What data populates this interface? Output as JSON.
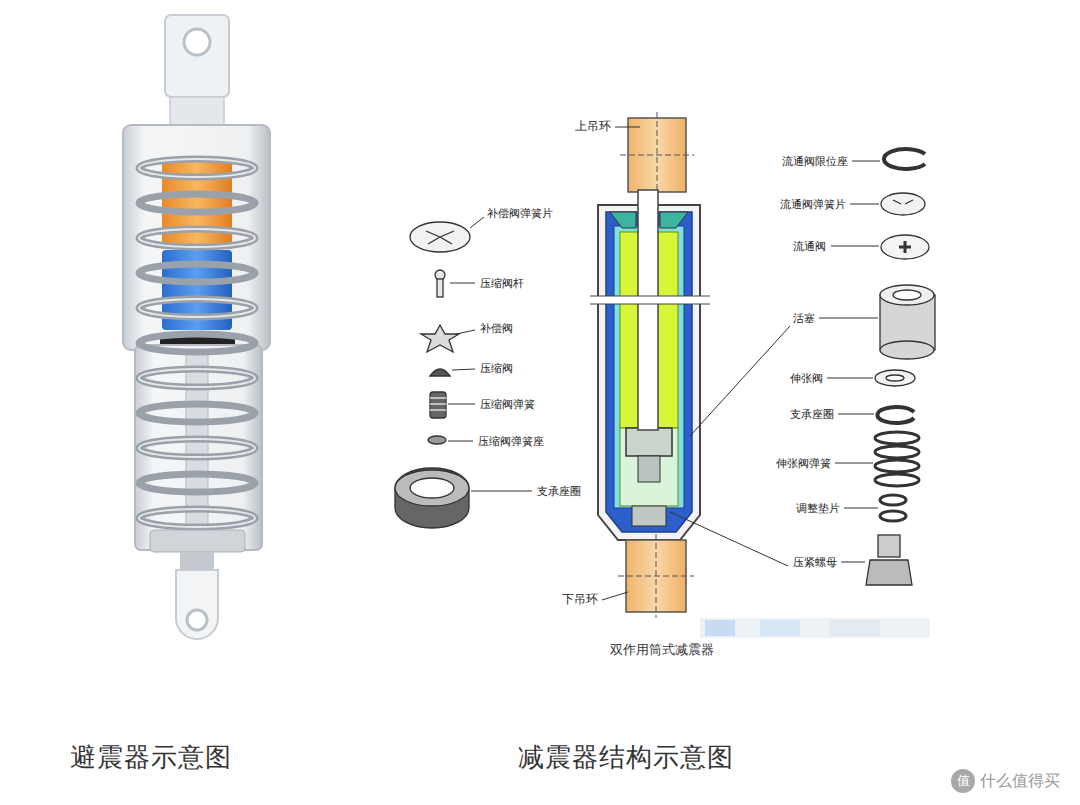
{
  "diagram": {
    "labels": [
      "上吊环",
      "流通阀限位座",
      "流通阀弹簧片",
      "补偿阀弹簧片",
      "流通阀",
      "压缩阀杆",
      "活塞",
      "补偿阀",
      "压缩阀",
      "伸张阀",
      "压缩阀弹簧",
      "支承座圈",
      "压缩阀弹簧座",
      "伸张阀弹簧",
      "支承座圈",
      "调整垫片",
      "压紧螺母",
      "下吊环",
      "双作用筒式减震器",
      "避震器示意图",
      "减震器结构示意图",
      "值",
      "什么值得买"
    ]
  }
}
